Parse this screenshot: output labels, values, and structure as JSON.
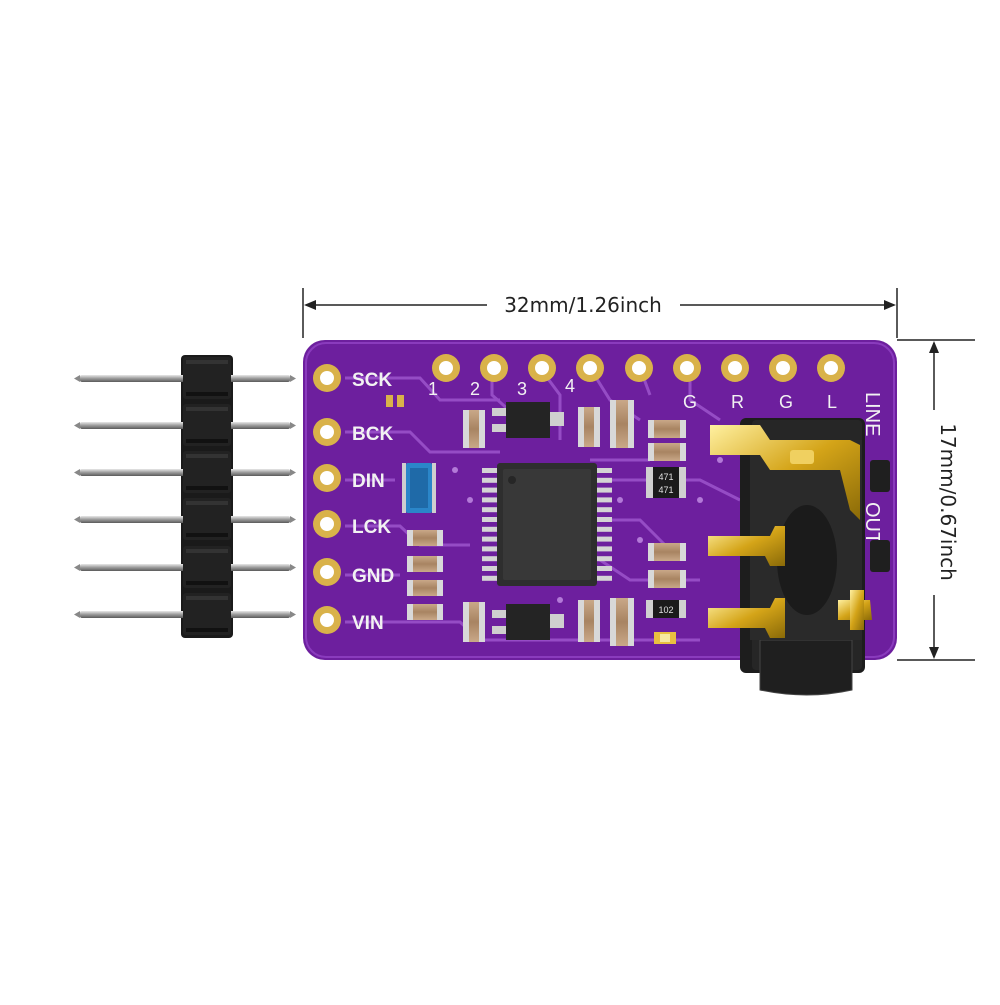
{
  "dimensions": {
    "width_label": "32mm/1.26inch",
    "height_label": "17mm/0.67inch"
  },
  "board": {
    "color": "#6d1f9e",
    "silk_color": "#f2f2f2",
    "pad_color": "#d9b24a",
    "left_pins": [
      "SCK",
      "BCK",
      "DIN",
      "LCK",
      "GND",
      "VIN"
    ],
    "top_pins": [
      "1",
      "2",
      "3",
      "4"
    ],
    "top_right_pins": [
      "G",
      "R",
      "G",
      "L"
    ],
    "side_label_top": "LINE",
    "side_label_bottom": "OUT",
    "resistor_marks": [
      "471",
      "471",
      "102"
    ]
  },
  "header_pins": {
    "count": 6
  }
}
